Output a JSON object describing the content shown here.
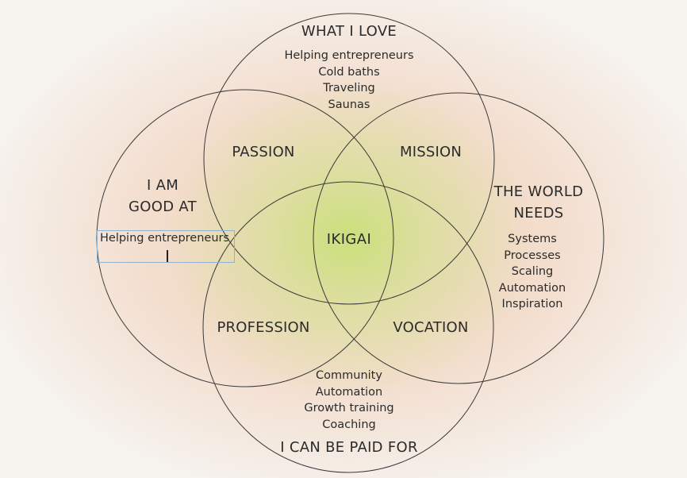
{
  "ikigai": {
    "center": "IKIGAI",
    "circles": {
      "love": {
        "heading": "WHAT I LOVE",
        "items": [
          "Helping entrepreneurs",
          "Cold baths",
          "Traveling",
          "Saunas"
        ]
      },
      "good_at": {
        "heading_lines": [
          "I AM",
          "GOOD AT"
        ],
        "input_value": "Helping entrepreneurs"
      },
      "world_needs": {
        "heading_lines": [
          "THE WORLD",
          "NEEDS"
        ],
        "items": [
          "Systems",
          "Processes",
          "Scaling",
          "Automation",
          "Inspiration"
        ]
      },
      "paid_for": {
        "heading": "I CAN BE PAID FOR",
        "items": [
          "Community",
          "Automation",
          "Growth training",
          "Coaching"
        ]
      }
    },
    "overlaps": {
      "passion": "PASSION",
      "mission": "MISSION",
      "profession": "PROFESSION",
      "vocation": "VOCATION"
    }
  }
}
